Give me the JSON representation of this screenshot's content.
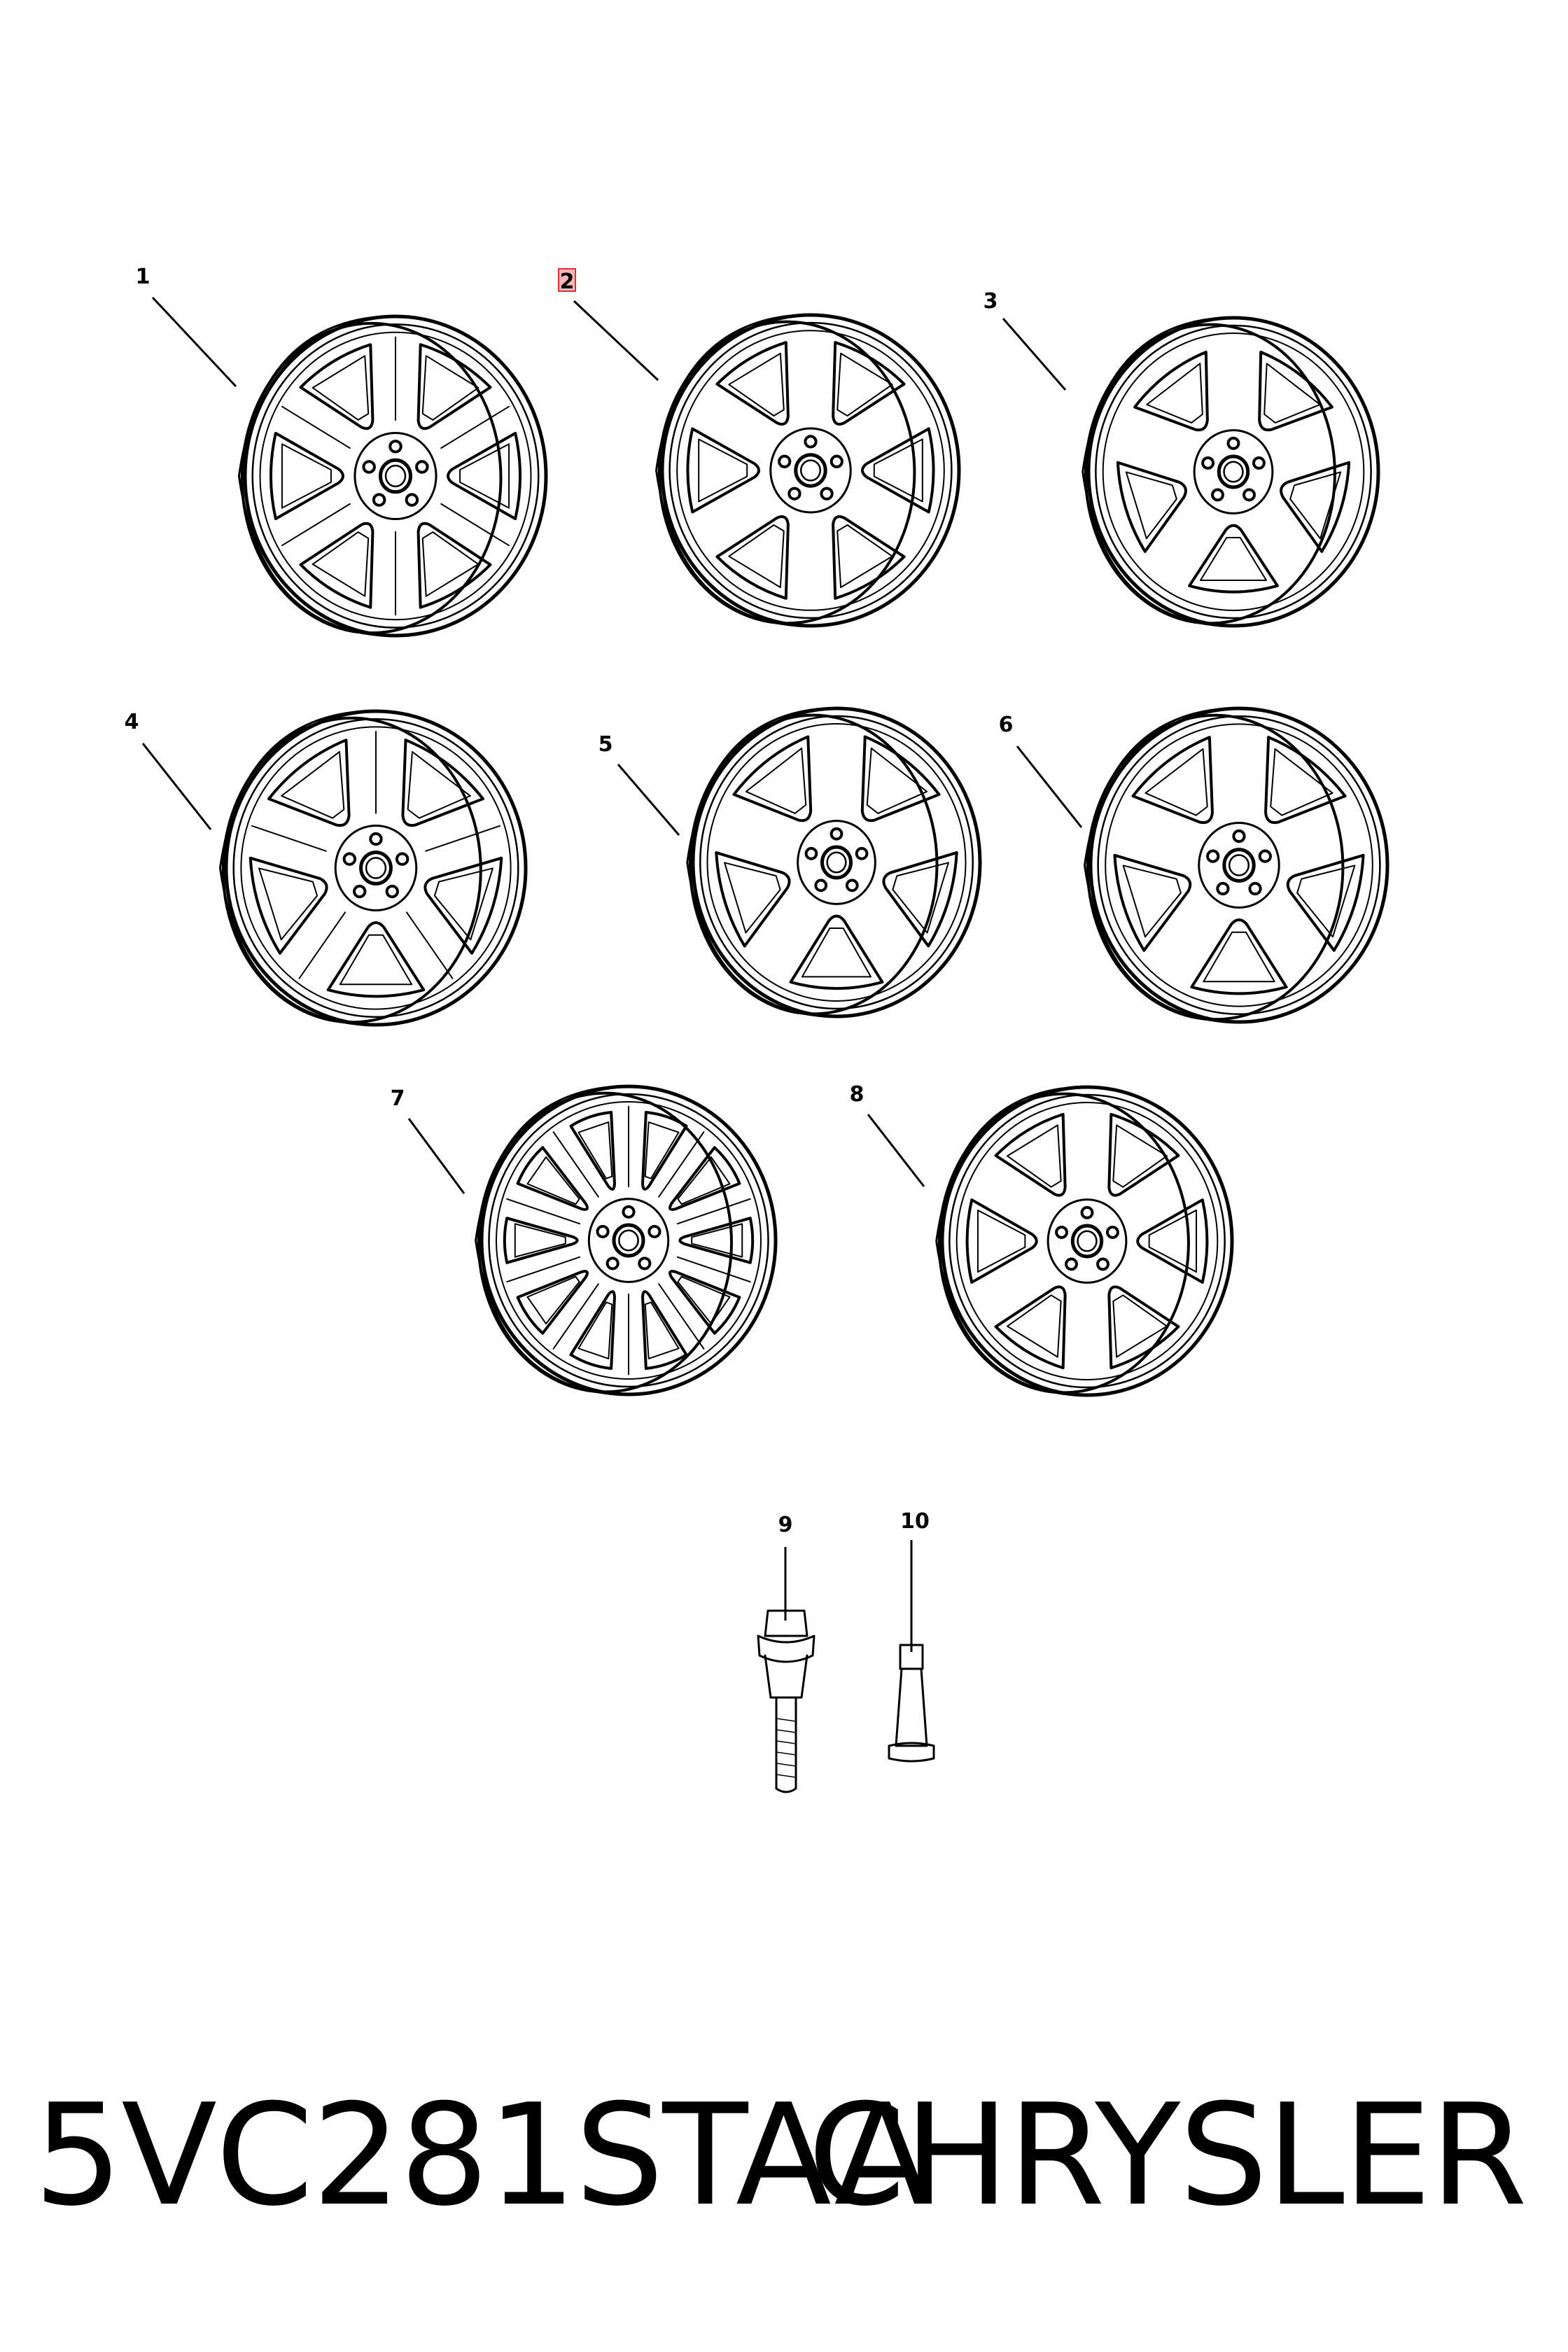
{
  "callouts": [
    {
      "id": "1",
      "label": "1",
      "kind": "wheel",
      "spokes": 6,
      "style": "twin"
    },
    {
      "id": "2",
      "label": "2",
      "kind": "wheel",
      "spokes": 6,
      "style": "pocket",
      "highlighted": true
    },
    {
      "id": "3",
      "label": "3",
      "kind": "wheel",
      "spokes": 5,
      "style": "steel"
    },
    {
      "id": "4",
      "label": "4",
      "kind": "wheel",
      "spokes": 5,
      "style": "twin"
    },
    {
      "id": "5",
      "label": "5",
      "kind": "wheel",
      "spokes": 5,
      "style": "pocket"
    },
    {
      "id": "6",
      "label": "6",
      "kind": "wheel",
      "spokes": 5,
      "style": "blade"
    },
    {
      "id": "7",
      "label": "7",
      "kind": "wheel",
      "spokes": 10,
      "style": "split"
    },
    {
      "id": "8",
      "label": "8",
      "kind": "wheel",
      "spokes": 6,
      "style": "pocket"
    },
    {
      "id": "9",
      "label": "9",
      "kind": "lug-bolt"
    },
    {
      "id": "10",
      "label": "10",
      "kind": "valve-stem"
    }
  ],
  "footer": {
    "part_number": "5VC281STAA",
    "brand": "CHRYSLER"
  },
  "colors": {
    "line": "#000000",
    "background": "#ffffff",
    "highlight": "#e0303a"
  }
}
